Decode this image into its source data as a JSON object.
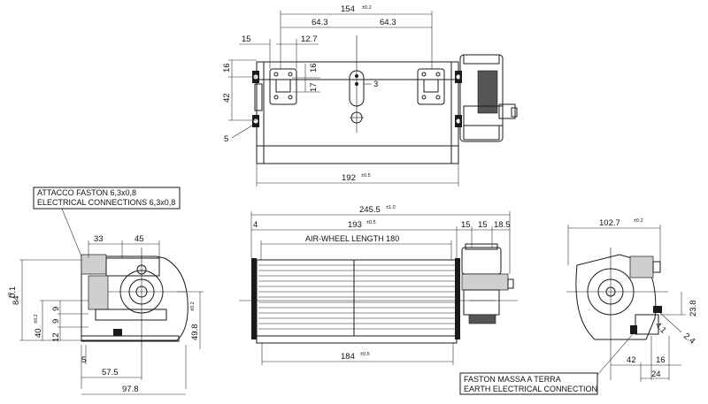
{
  "notes": {
    "fasten": [
      "ATTACCO FASTON 6,3x0,8",
      "ELECTRICAL CONNECTIONS 6,3x0,8"
    ],
    "earth": [
      "FASTON MASSA A TERRA",
      "EARTH ELECTRICAL CONNECTION"
    ],
    "airwheel": "AIR-WHEEL LENGTH 180"
  },
  "top_view": {
    "d154": "154",
    "d154_tol": "±0.2",
    "d64a": "64.3",
    "d64b": "64.3",
    "d15": "15",
    "d12_7": "12.7",
    "d16_left": "16",
    "d42": "42",
    "d16_right": "16",
    "d17": "17",
    "d3": "3",
    "d5": "5",
    "d192": "192",
    "d192_tol": "±0.5"
  },
  "side_left": {
    "d33": "33",
    "d45": "45",
    "d0_1": "0.1",
    "d0_1_tol": "±0",
    "d84": "84",
    "d40": "40",
    "d40_tol": "±0.2",
    "d12": "12",
    "d9a": "9",
    "d9b": "9",
    "d49_8": "49.8",
    "d49_8_tol": "±0.2",
    "d5": "5",
    "d57_5": "57.5",
    "d97_8": "97.8"
  },
  "front_view": {
    "d245_5": "245.5",
    "d245_5_tol": "±1.0",
    "d4": "4",
    "d193": "193",
    "d193_tol": "±0.5",
    "d15": "15",
    "d15b": "15",
    "d18_5": "18.5",
    "d184": "184",
    "d184_tol": "±0.5"
  },
  "side_right": {
    "d102_7": "102.7",
    "d102_7_tol": "±0.2",
    "d23_8": "23.8",
    "d2_4": "2.4",
    "d4_1": "4.1",
    "d42": "42",
    "d16": "16",
    "d24": "24"
  }
}
